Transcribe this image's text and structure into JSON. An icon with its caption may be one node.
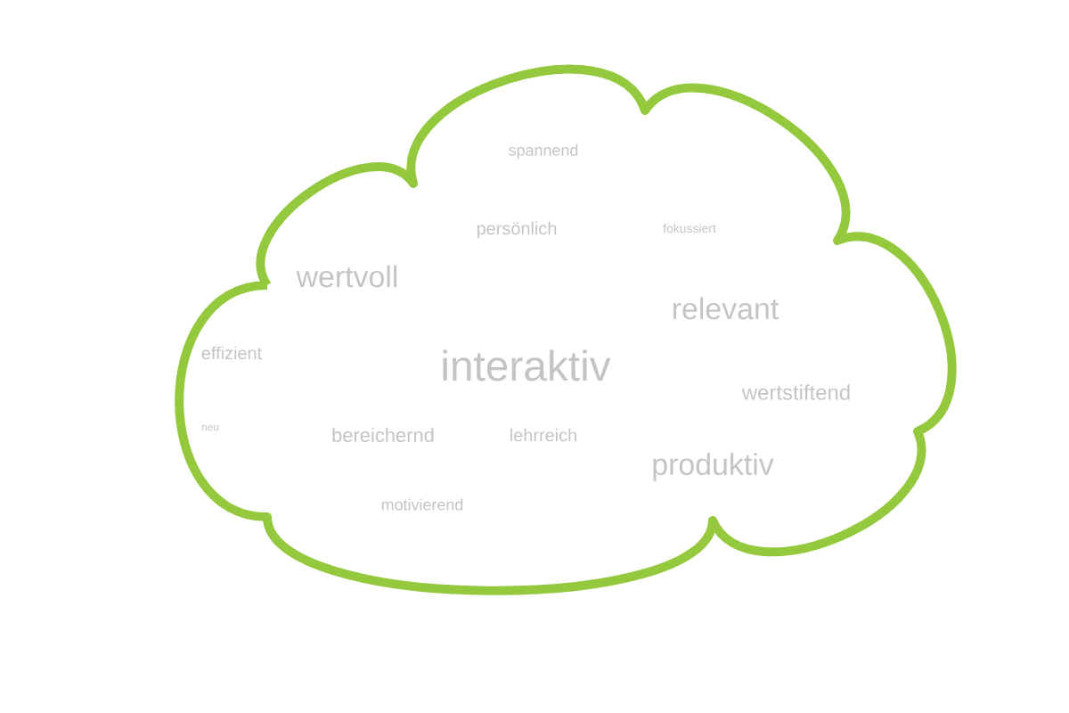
{
  "diagram": {
    "labels": [
      "spannend",
      "persönlich",
      "fokussiert",
      "wertvoll",
      "relevant",
      "effizient",
      "interaktiv",
      "wertstiftend",
      "neu",
      "bereichernd",
      "lehrreich",
      "produktiv",
      "motivierend"
    ]
  }
}
